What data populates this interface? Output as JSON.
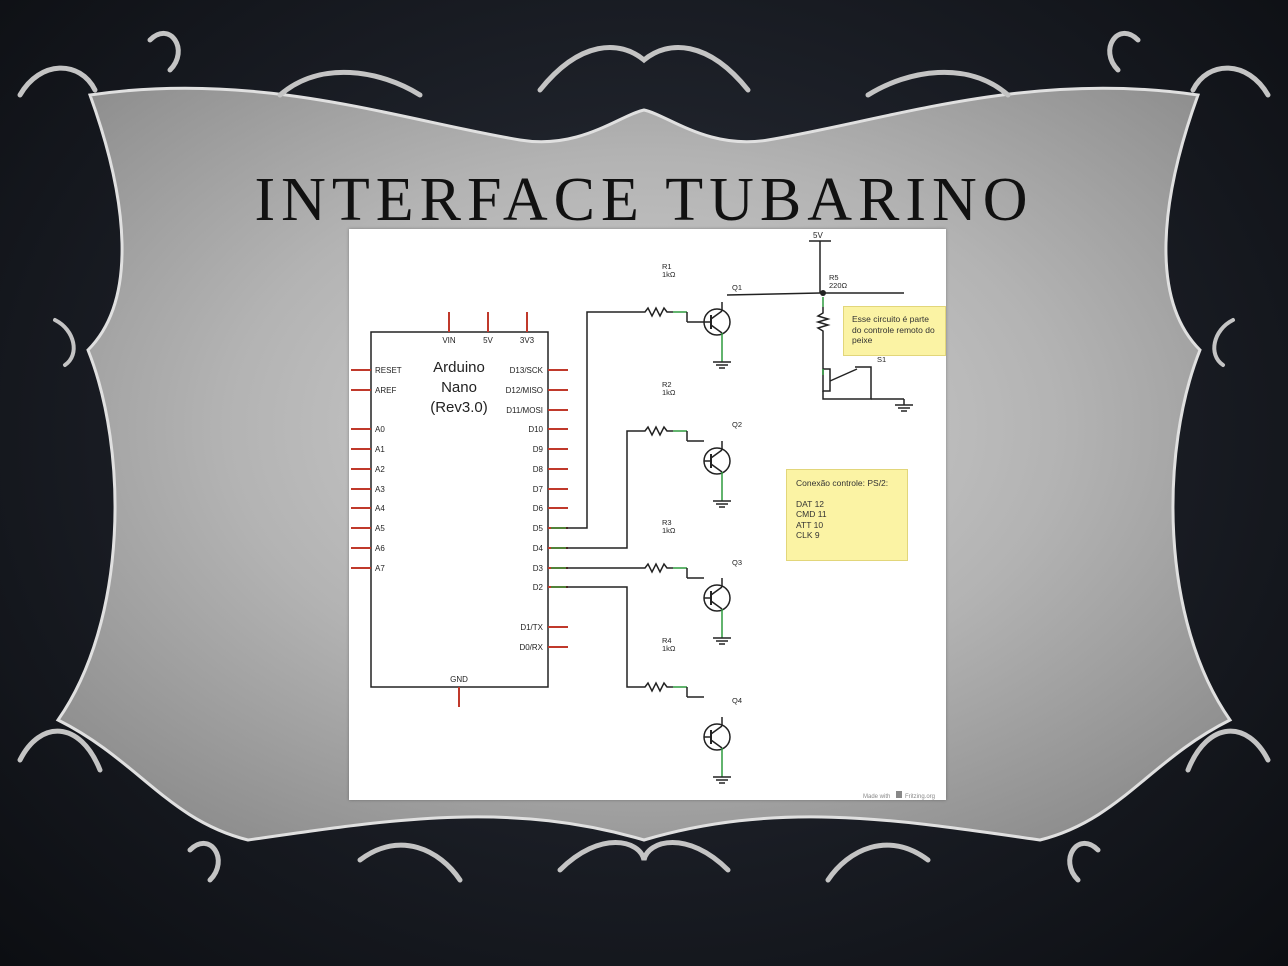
{
  "slide": {
    "title": "INTERFACE TUBARINO"
  },
  "arduino": {
    "name_lines": [
      "Arduino",
      "Nano",
      "(Rev3.0)"
    ],
    "top_pins": [
      "VIN",
      "5V",
      "3V3"
    ],
    "left_pins": [
      "RESET",
      "AREF",
      "A0",
      "A1",
      "A2",
      "A3",
      "A4",
      "A5",
      "A6",
      "A7"
    ],
    "right_pins": [
      "D13/SCK",
      "D12/MISO",
      "D11/MOSI",
      "D10",
      "D9",
      "D8",
      "D7",
      "D6",
      "D5",
      "D4",
      "D3",
      "D2",
      "D1/TX",
      "D0/RX"
    ],
    "bottom_pin": "GND"
  },
  "components": {
    "r1": {
      "name": "R1",
      "value": "1kΩ"
    },
    "r2": {
      "name": "R2",
      "value": "1kΩ"
    },
    "r3": {
      "name": "R3",
      "value": "1kΩ"
    },
    "r4": {
      "name": "R4",
      "value": "1kΩ"
    },
    "r5": {
      "name": "R5",
      "value": "220Ω"
    },
    "q1": "Q1",
    "q2": "Q2",
    "q3": "Q3",
    "q4": "Q4",
    "s1": "S1",
    "supply": "5V"
  },
  "notes": {
    "circuit": [
      "Esse circuito é parte",
      "do controle remoto do",
      "peixe"
    ],
    "controller_title": "Conexão controle: PS/2:",
    "controller_lines": [
      "DAT 12",
      "CMD 11",
      "ATT 10",
      "CLK 9"
    ]
  },
  "footer": {
    "made_with": "Made with",
    "brand": "Fritzing.org"
  },
  "colors": {
    "frame": "#a9a9a9",
    "background": "#181b22",
    "pin_red": "#c0392b",
    "wire_green": "#2e9b3e",
    "note_yellow": "#fbf3a4"
  }
}
